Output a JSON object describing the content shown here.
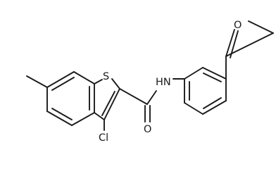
{
  "structure": {
    "atom_labels": {
      "sulfur": "S",
      "nitrogen_hydrogen": "HN",
      "carbonyl_oxygen_amide": "O",
      "carbonyl_oxygen_acetyl": "O",
      "chlorine": "Cl"
    }
  },
  "colors": {
    "bond": "#1a1a1a",
    "label": "#1a1a1a",
    "background": "#ffffff"
  }
}
